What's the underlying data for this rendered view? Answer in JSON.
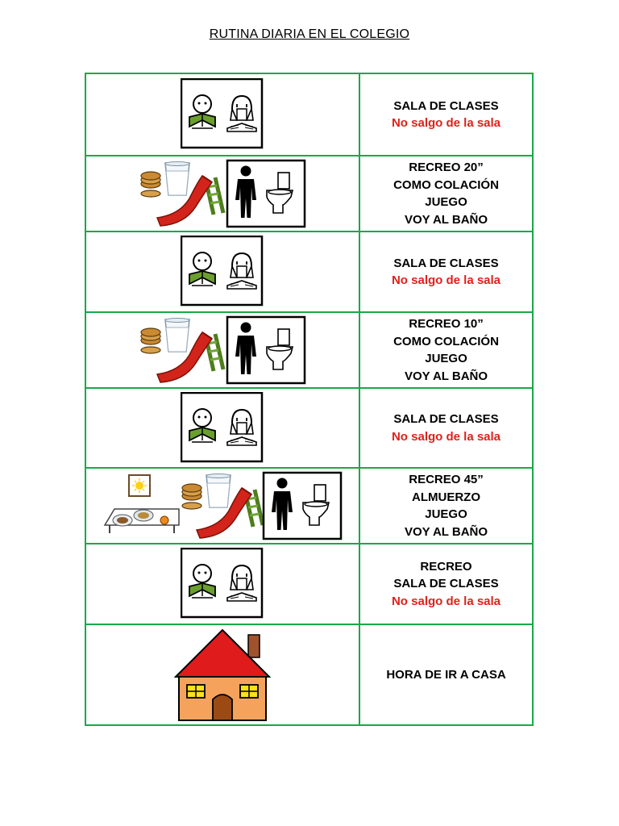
{
  "title": "RUTINA DIARIA EN EL COLEGIO",
  "colors": {
    "grid": "#1aa84a",
    "highlight": "#e0201b"
  },
  "rows": [
    {
      "icons": [
        "student-reading-icon",
        "student-studying-icon"
      ],
      "lines": [
        "SALA DE CLASES"
      ],
      "note": "No salgo de la sala"
    },
    {
      "icons": [
        "snack-icon",
        "slide-icon",
        "toilet-icon"
      ],
      "lines": [
        "RECREO 20”",
        "COMO COLACIÓN",
        "JUEGO",
        "VOY AL BAÑO"
      ]
    },
    {
      "icons": [
        "student-reading-icon",
        "student-studying-icon"
      ],
      "lines": [
        "SALA DE CLASES"
      ],
      "note": "No salgo de la sala"
    },
    {
      "icons": [
        "snack-icon",
        "slide-icon",
        "toilet-icon"
      ],
      "lines": [
        "RECREO 10”",
        "COMO COLACIÓN",
        "JUEGO",
        "VOY AL BAÑO"
      ]
    },
    {
      "icons": [
        "student-reading-icon",
        "student-studying-icon"
      ],
      "lines": [
        "SALA DE CLASES"
      ],
      "note": "No salgo de la sala"
    },
    {
      "icons": [
        "lunch-table-icon",
        "snack-icon",
        "slide-icon",
        "toilet-icon"
      ],
      "lines": [
        "RECREO 45”",
        "ALMUERZO",
        "JUEGO",
        "VOY AL BAÑO"
      ]
    },
    {
      "icons": [
        "student-reading-icon",
        "student-studying-icon"
      ],
      "lines": [
        "RECREO",
        "SALA DE CLASES"
      ],
      "note": "No salgo de la sala"
    },
    {
      "icons": [
        "house-icon"
      ],
      "lines": [
        "HORA DE IR A CASA"
      ]
    }
  ]
}
